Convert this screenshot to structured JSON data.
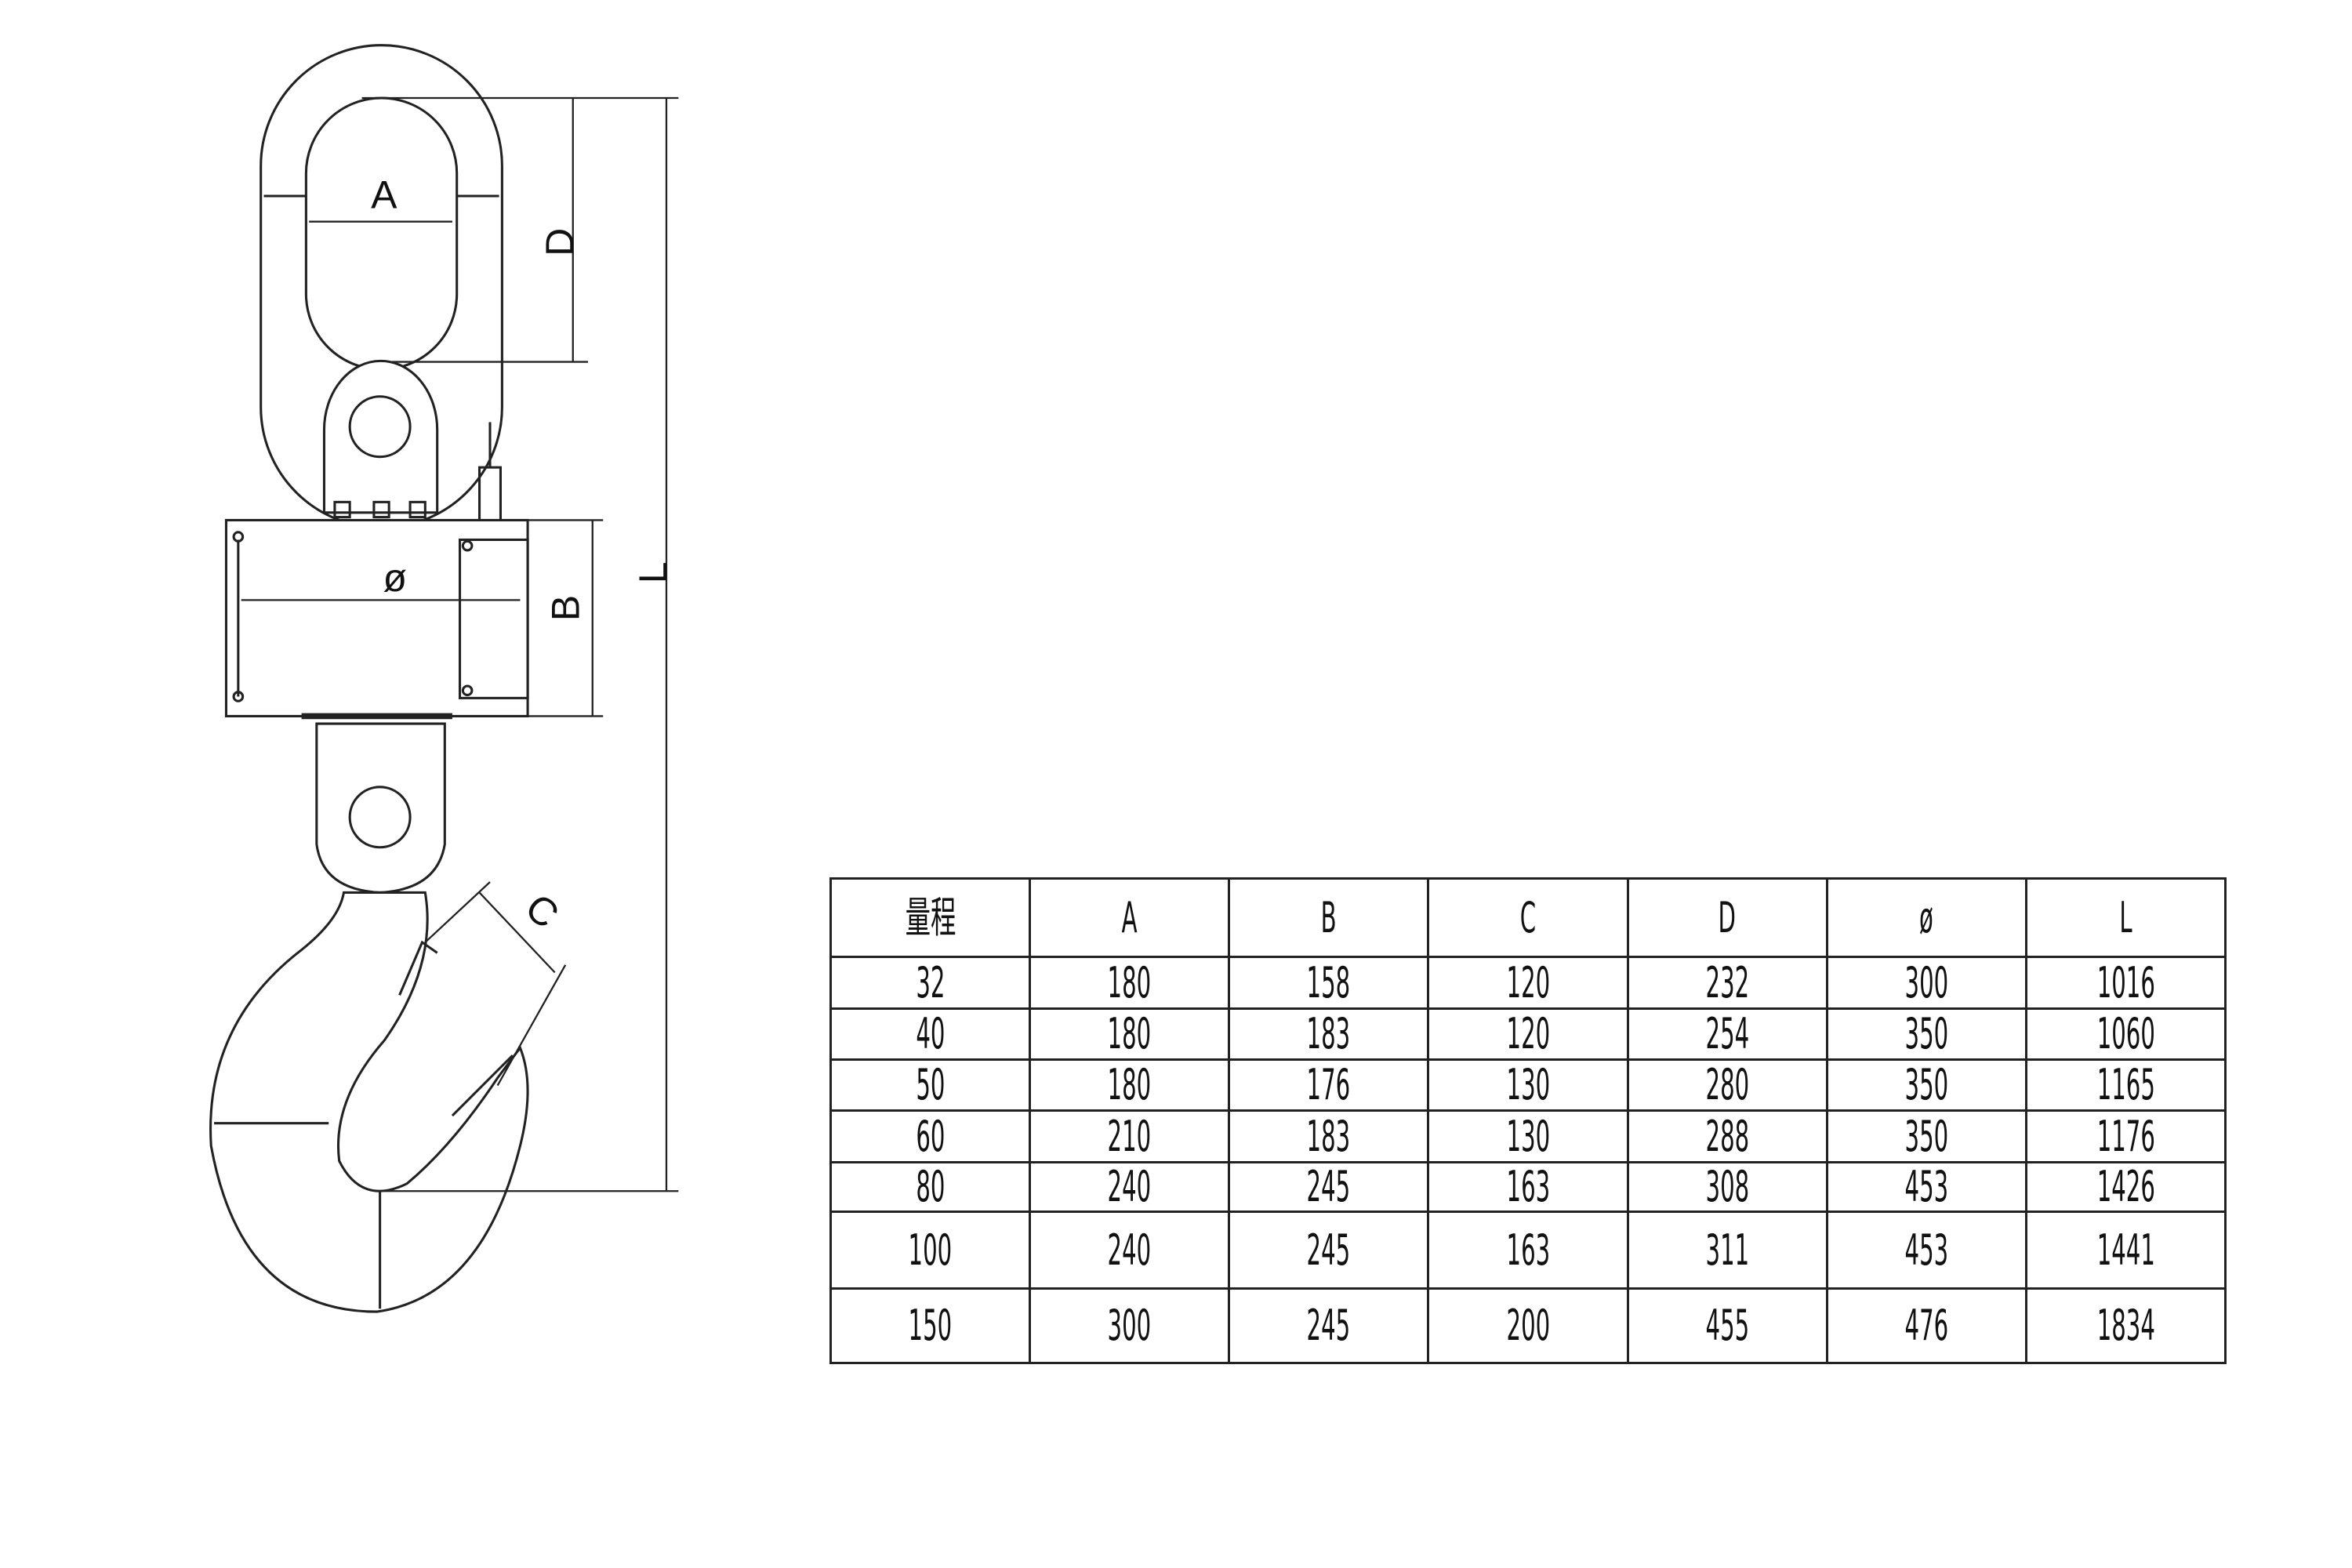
{
  "drawing": {
    "labels": {
      "A": "A",
      "B": "B",
      "C": "C",
      "D": "D",
      "phi": "ø",
      "L": "L"
    }
  },
  "table": {
    "headers": [
      "量程",
      "A",
      "B",
      "C",
      "D",
      "ø",
      "L"
    ],
    "rows": [
      [
        "32",
        "180",
        "158",
        "120",
        "232",
        "300",
        "1016"
      ],
      [
        "40",
        "180",
        "183",
        "120",
        "254",
        "350",
        "1060"
      ],
      [
        "50",
        "180",
        "176",
        "130",
        "280",
        "350",
        "1165"
      ],
      [
        "60",
        "210",
        "183",
        "130",
        "288",
        "350",
        "1176"
      ],
      [
        "80",
        "240",
        "245",
        "163",
        "308",
        "453",
        "1426"
      ],
      [
        "100",
        "240",
        "245",
        "163",
        "311",
        "453",
        "1441"
      ],
      [
        "150",
        "300",
        "245",
        "200",
        "455",
        "476",
        "1834"
      ]
    ]
  }
}
